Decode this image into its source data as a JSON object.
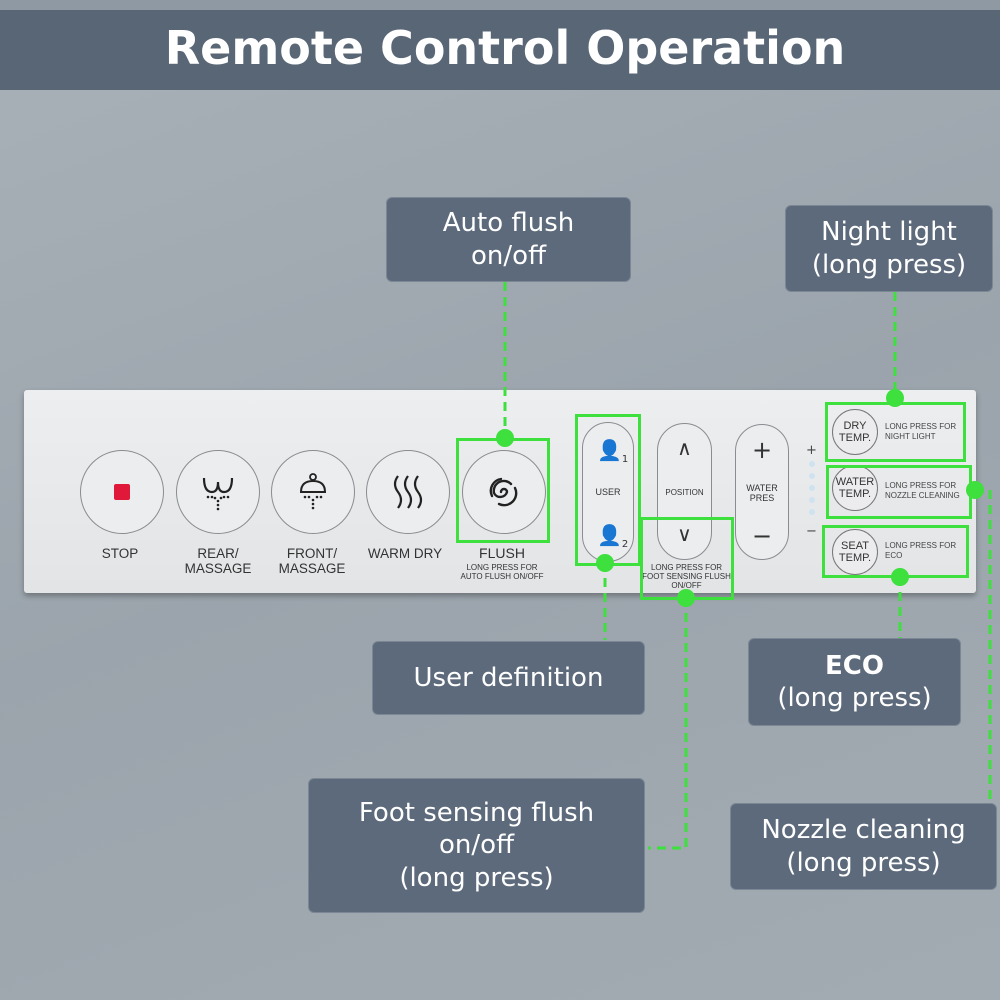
{
  "title": "Remote Control Operation",
  "callouts": {
    "auto_flush": [
      "Auto flush",
      "on/off"
    ],
    "night_light": [
      "Night light",
      "(long press)"
    ],
    "user_definition": [
      "User definition"
    ],
    "eco": [
      "ECO",
      "(long press)"
    ],
    "foot_sensing": [
      "Foot sensing flush",
      "on/off",
      "(long press)"
    ],
    "nozzle_cleaning": [
      "Nozzle cleaning",
      "(long press)"
    ]
  },
  "remote": {
    "buttons": [
      {
        "label": [
          "STOP"
        ],
        "icon": "stop-icon"
      },
      {
        "label": [
          "REAR/",
          "MASSAGE"
        ],
        "icon": "rear-wash-icon"
      },
      {
        "label": [
          "FRONT/",
          "MASSAGE"
        ],
        "icon": "front-wash-icon"
      },
      {
        "label": [
          "WARM DRY"
        ],
        "icon": "warm-dry-icon"
      },
      {
        "label": [
          "FLUSH"
        ],
        "icon": "flush-swirl-icon",
        "note": [
          "LONG PRESS FOR",
          "AUTO FLUSH ON/OFF"
        ]
      }
    ],
    "user": {
      "label": "USER",
      "sub1": "1",
      "sub2": "2"
    },
    "position": {
      "label": "POSITION",
      "note": [
        "LONG PRESS FOR",
        "FOOT SENSING FLUSH",
        "ON/OFF"
      ]
    },
    "water_pres": {
      "label": [
        "WATER",
        "PRES"
      ],
      "plus": "+",
      "minus": "−"
    },
    "level": {
      "plus": "+",
      "minus": "−",
      "dots": 5
    },
    "temp_buttons": [
      {
        "label": [
          "DRY",
          "TEMP."
        ],
        "note": [
          "LONG PRESS FOR",
          "NIGHT LIGHT"
        ]
      },
      {
        "label": [
          "WATER",
          "TEMP."
        ],
        "note": [
          "LONG PRESS FOR",
          "NOZZLE CLEANING"
        ]
      },
      {
        "label": [
          "SEAT",
          "TEMP."
        ],
        "note": [
          "LONG PRESS FOR",
          "ECO"
        ]
      }
    ]
  },
  "colors": {
    "highlight": "#3de03d",
    "callout": "#5c6a7b",
    "stop": "#e0193a"
  }
}
